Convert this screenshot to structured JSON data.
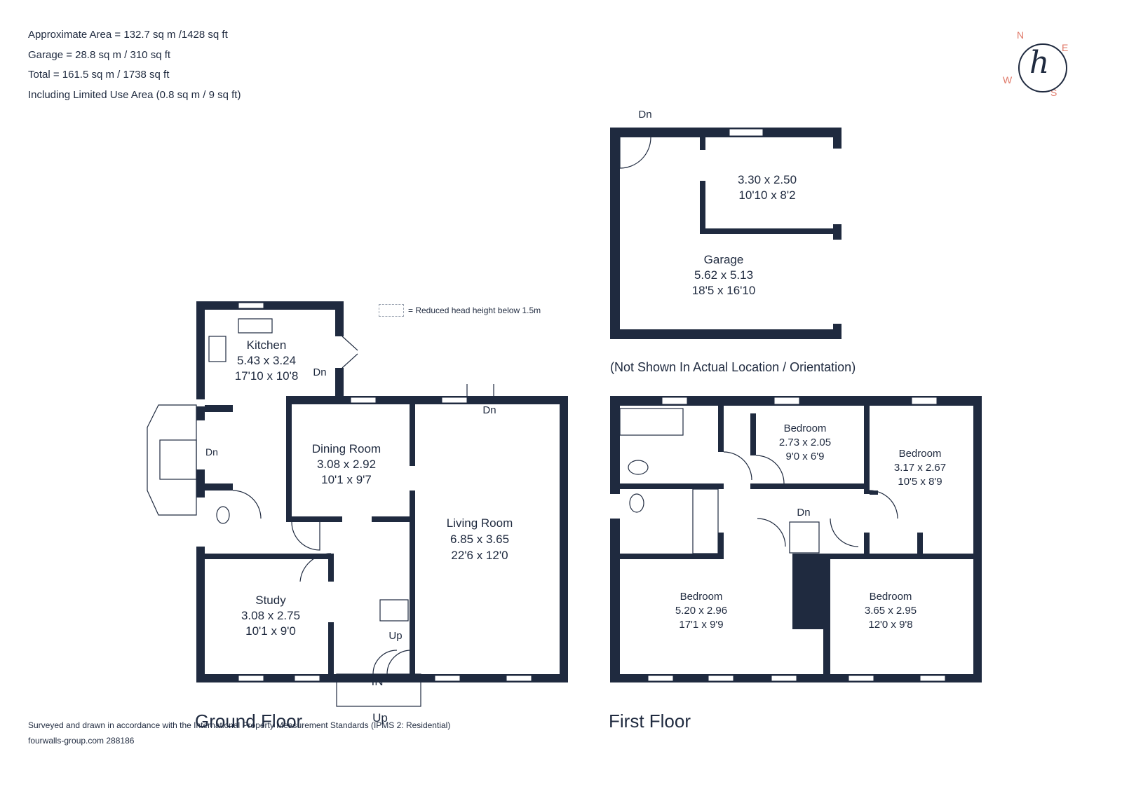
{
  "area": {
    "approx": "Approximate Area = 132.7 sq m /1428 sq ft",
    "garage": "Garage = 28.8 sq m / 310 sq ft",
    "total": "Total = 161.5 sq m / 1738 sq ft",
    "limited": "Including Limited Use Area (0.8 sq m / 9 sq ft)"
  },
  "compass": {
    "n": "N",
    "e": "E",
    "s": "S",
    "w": "W"
  },
  "legend": {
    "text": "= Reduced head height below 1.5m"
  },
  "floors": {
    "ground": "Ground Floor",
    "first": "First Floor"
  },
  "note": "(Not Shown In Actual Location / Orientation)",
  "footer": {
    "line1": "Surveyed and drawn in accordance with the International Property Measurement Standards (IPMS 2: Residential)",
    "line2": "fourwalls-group.com 288186"
  },
  "rooms": {
    "kitchen": {
      "name": "Kitchen",
      "metric": "5.43 x 3.24",
      "imperial": "17'10 x 10'8"
    },
    "dining": {
      "name": "Dining Room",
      "metric": "3.08 x 2.92",
      "imperial": "10'1 x 9'7"
    },
    "living": {
      "name": "Living Room",
      "metric": "6.85 x 3.65",
      "imperial": "22'6 x 12'0"
    },
    "study": {
      "name": "Study",
      "metric": "3.08 x 2.75",
      "imperial": "10'1 x 9'0"
    },
    "garage": {
      "name": "Garage",
      "metric": "5.62 x 5.13",
      "imperial": "18'5 x 16'10"
    },
    "garage_store": {
      "metric": "3.30 x 2.50",
      "imperial": "10'10 x 8'2"
    },
    "bed1": {
      "name": "Bedroom",
      "metric": "2.73 x 2.05",
      "imperial": "9'0 x 6'9"
    },
    "bed2": {
      "name": "Bedroom",
      "metric": "3.17 x 2.67",
      "imperial": "10'5 x 8'9"
    },
    "bed3": {
      "name": "Bedroom",
      "metric": "5.20 x 2.96",
      "imperial": "17'1 x 9'9"
    },
    "bed4": {
      "name": "Bedroom",
      "metric": "3.65 x 2.95",
      "imperial": "12'0 x 9'8"
    }
  },
  "markers": {
    "dn": "Dn",
    "up": "Up",
    "in": "IN"
  }
}
